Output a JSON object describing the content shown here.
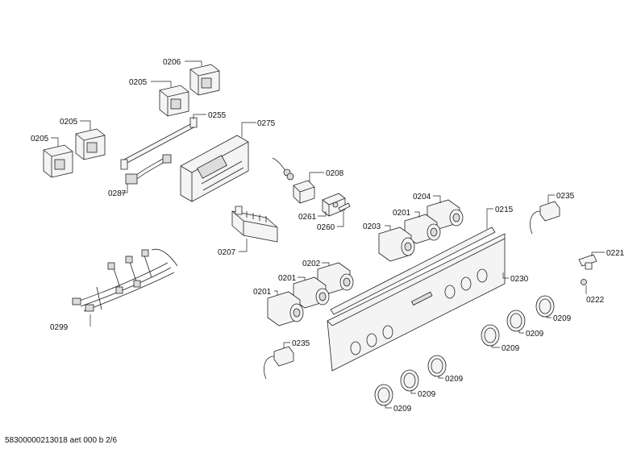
{
  "diagram": {
    "labels": {
      "l0206": "0206",
      "l0205a": "0205",
      "l0205b": "0205",
      "l0205c": "0205",
      "l0255": "0255",
      "l0275": "0275",
      "l0287": "0287",
      "l0208": "0208",
      "l0261": "0261",
      "l0260": "0260",
      "l0207": "0207",
      "l0204": "0204",
      "l0215": "0215",
      "l0235a": "0235",
      "l0201a": "0201",
      "l0203": "0203",
      "l0221": "0221",
      "l0230": "0230",
      "l0222": "0222",
      "l0202": "0202",
      "l0201b": "0201",
      "l0201c": "0201",
      "l0299": "0299",
      "l0235b": "0235",
      "l0209a": "0209",
      "l0209b": "0209",
      "l0209c": "0209",
      "l0209d": "0209",
      "l0209e": "0209",
      "l0209f": "0209"
    },
    "footer": "58300000213018 aet 000 b 2/6"
  }
}
